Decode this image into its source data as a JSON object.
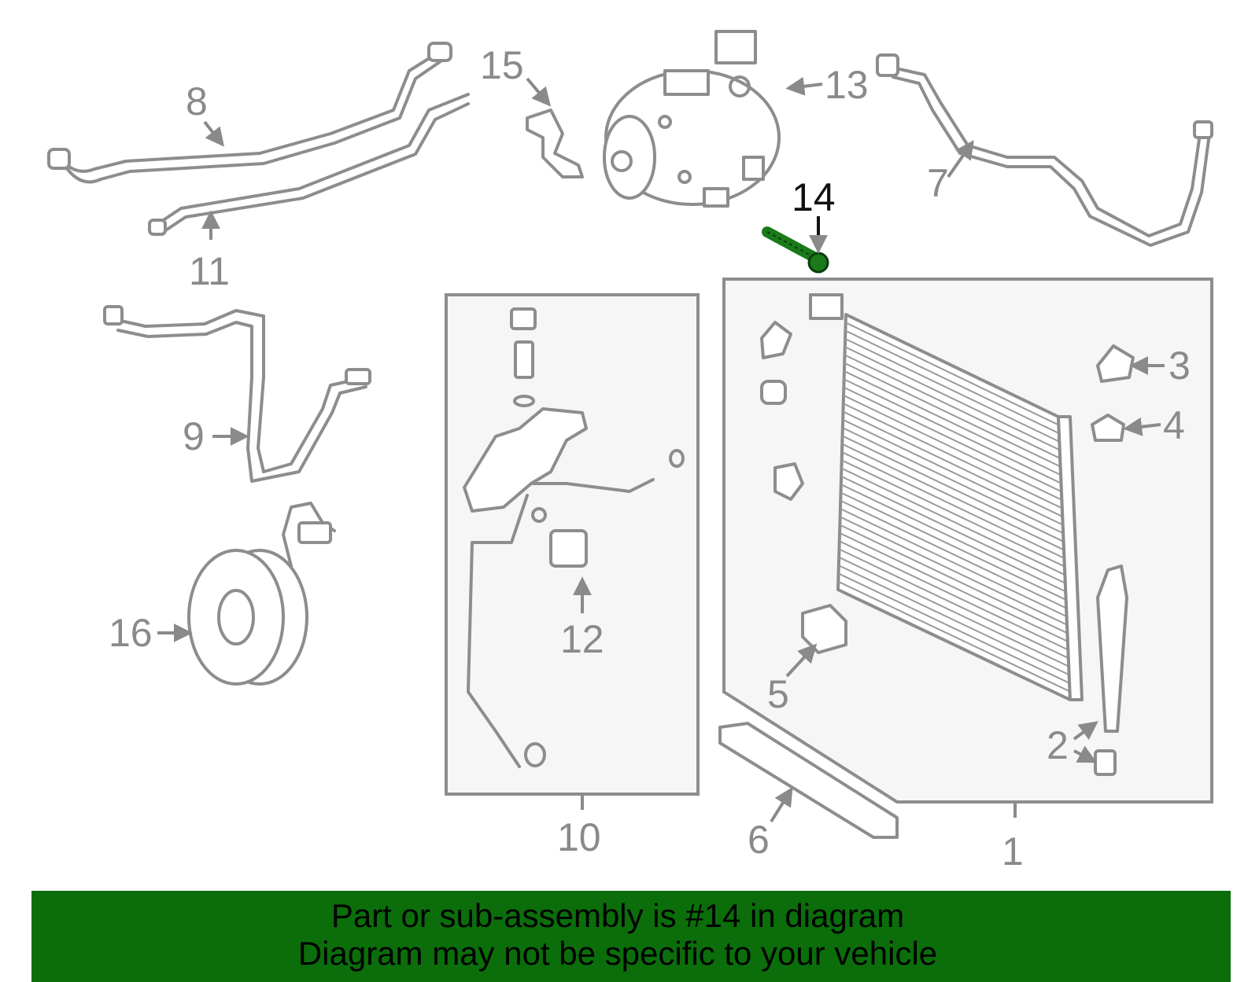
{
  "callouts": {
    "c1": "1",
    "c2": "2",
    "c3": "3",
    "c4": "4",
    "c5": "5",
    "c6": "6",
    "c7": "7",
    "c8": "8",
    "c9": "9",
    "c10": "10",
    "c11": "11",
    "c12": "12",
    "c13": "13",
    "c14": "14",
    "c15": "15",
    "c16": "16"
  },
  "highlighted_part": "14",
  "colors": {
    "highlight_part": "#1a7a1a",
    "banner": "#0b6e0b",
    "line_art": "#8d8d8d"
  },
  "banner": {
    "line1": "Part or sub-assembly is #14 in diagram",
    "line2": "Diagram may not be specific to your vehicle"
  }
}
